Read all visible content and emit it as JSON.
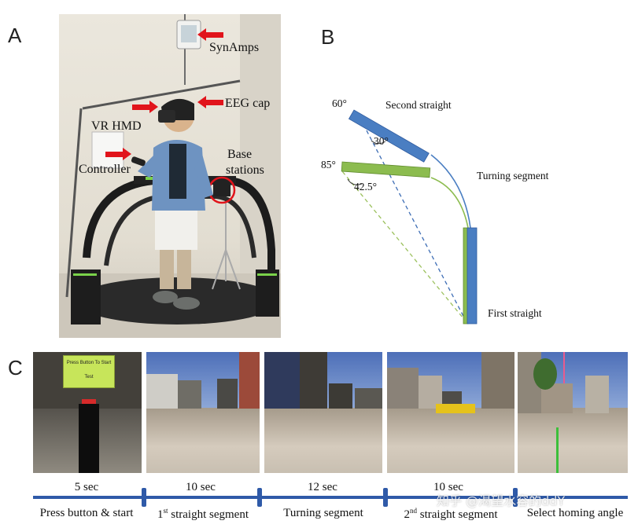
{
  "panel_a": {
    "letter": "A",
    "labels": {
      "synamps": "SynAmps",
      "eeg_cap": "EEG cap",
      "vr_hmd": "VR HMD",
      "controller": "Controller",
      "base_stations_1": "Base",
      "base_stations_2": "stations"
    }
  },
  "panel_b": {
    "letter": "B",
    "angle_60": "60°",
    "angle_85": "85°",
    "angle_30": "30°",
    "angle_42": "42.5°",
    "second_straight": "Second straight",
    "turning_segment": "Turning segment",
    "first_straight": "First straight",
    "colors": {
      "blue": "#4a7ec2",
      "green": "#8cbc4f",
      "blue_dark": "#2e5a9e",
      "green_dark": "#5f8a2c"
    }
  },
  "panel_c": {
    "letter": "C",
    "screen_text": "Press Button To Start Test",
    "timeline": [
      {
        "time": "5 sec",
        "label": "Press button & start",
        "sup": ""
      },
      {
        "time": "10 sec",
        "label_prefix": "1",
        "sup": "st",
        "label": " straight segment"
      },
      {
        "time": "12 sec",
        "label": "Turning segment",
        "sup": ""
      },
      {
        "time": "10 sec",
        "label_prefix": "2",
        "sup": "nd",
        "label": " straight segment"
      },
      {
        "time": "",
        "label": "Select homing angle",
        "sup": ""
      }
    ],
    "timeline_color": "#2f5aa8",
    "watermark": "知乎 @渴望水容的ddY"
  }
}
